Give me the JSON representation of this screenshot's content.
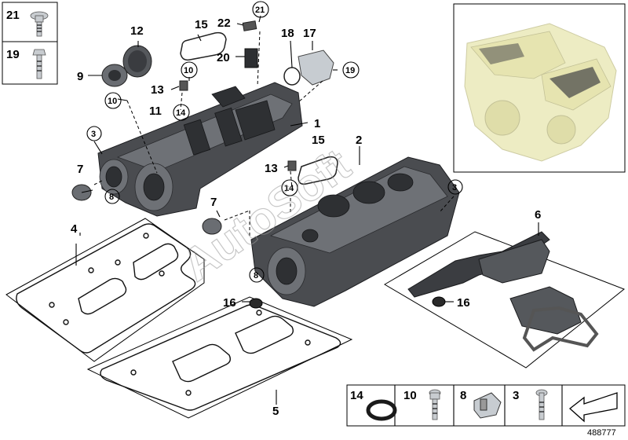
{
  "callouts": {
    "c1": "1",
    "c2": "2",
    "c3a": "3",
    "c3b": "3",
    "c4": "4",
    "c5": "5",
    "c6": "6",
    "c7a": "7",
    "c7b": "7",
    "c8a": "8",
    "c8b": "8",
    "c9": "9",
    "c10a": "10",
    "c10b": "10",
    "c11": "11",
    "c12": "12",
    "c13a": "13",
    "c13b": "13",
    "c14a": "14",
    "c14b": "14",
    "c15a": "15",
    "c15b": "15",
    "c16a": "16",
    "c16b": "16",
    "c17": "17",
    "c18": "18",
    "c19a": "19",
    "c20": "20",
    "c21a": "21",
    "c22": "22"
  },
  "left_legend": {
    "item_top": "21",
    "item_bottom": "19"
  },
  "bottom_legend": {
    "item_a": "14",
    "item_b": "10",
    "item_c": "8",
    "item_d": "3"
  },
  "watermark": "AutoSoft",
  "reference_number": "488777",
  "colors": {
    "cover": "#4a4c50",
    "overview_engine": "#e8e6b0",
    "line": "#000000"
  }
}
